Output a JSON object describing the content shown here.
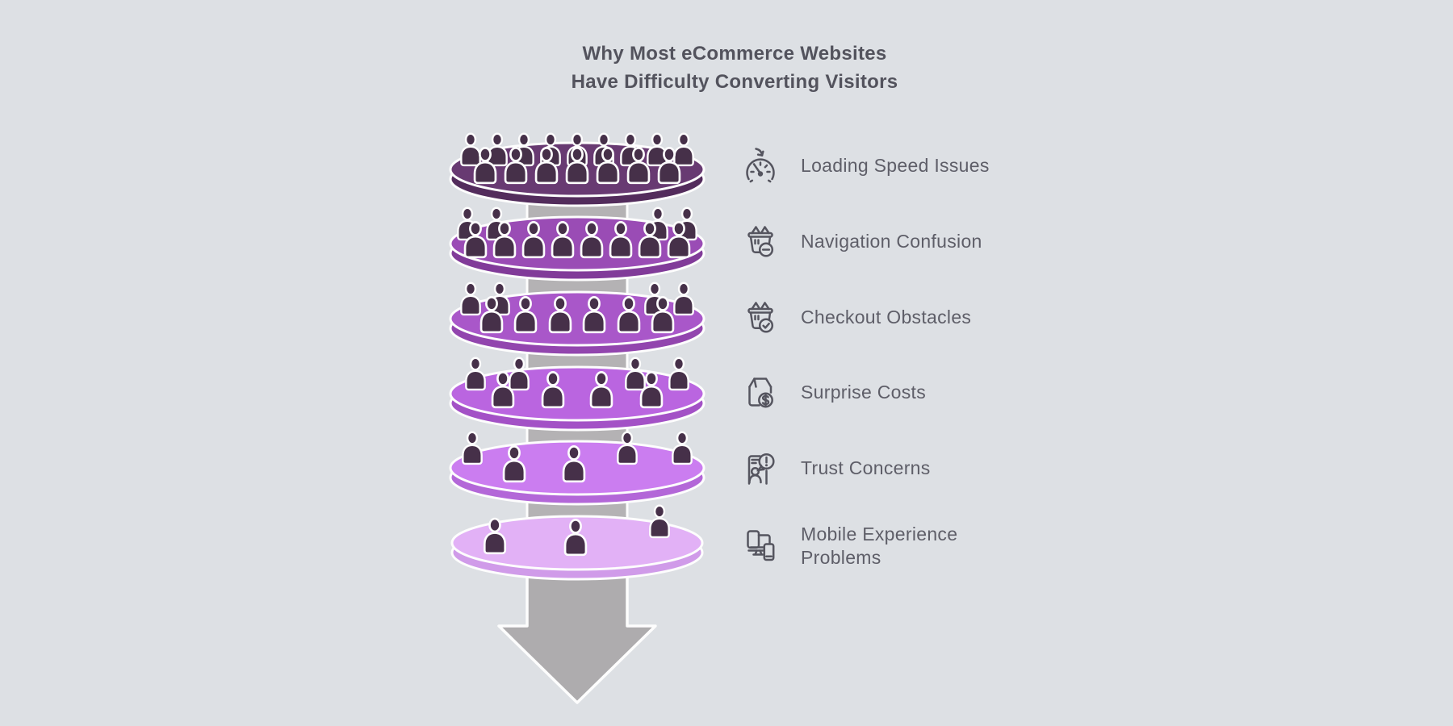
{
  "title": {
    "line1": "Why Most eCommerce Websites",
    "line2": "Have Difficulty Converting Visitors"
  },
  "background_color": "#dde0e4",
  "funnel": {
    "person_color": "#463049",
    "column_color": "#b4b2b4",
    "arrow_color": "#aeacae",
    "outline_color": "#fdfdfd",
    "stages": [
      {
        "name": "stage-1",
        "color": "#683a72",
        "rim_color": "#532c5c",
        "people_count": 16
      },
      {
        "name": "stage-2",
        "color": "#9a4cb5",
        "rim_color": "#813b99",
        "people_count": 12
      },
      {
        "name": "stage-3",
        "color": "#a957c9",
        "rim_color": "#9245ae",
        "people_count": 10
      },
      {
        "name": "stage-4",
        "color": "#ba65e0",
        "rim_color": "#a351c6",
        "people_count": 8
      },
      {
        "name": "stage-5",
        "color": "#cb7df0",
        "rim_color": "#b367d8",
        "people_count": 5
      },
      {
        "name": "stage-6",
        "color": "#e2b1f6",
        "rim_color": "#d09be9",
        "people_count": 3
      }
    ]
  },
  "reasons": [
    {
      "icon": "speedometer-icon",
      "label": "Loading Speed Issues"
    },
    {
      "icon": "basket-minus-icon",
      "label": "Navigation Confusion"
    },
    {
      "icon": "basket-check-icon",
      "label": "Checkout Obstacles"
    },
    {
      "icon": "bag-dollar-icon",
      "label": "Surprise Costs"
    },
    {
      "icon": "person-alert-icon",
      "label": "Trust Concerns"
    },
    {
      "icon": "devices-icon",
      "label": "Mobile Experience Problems"
    }
  ]
}
